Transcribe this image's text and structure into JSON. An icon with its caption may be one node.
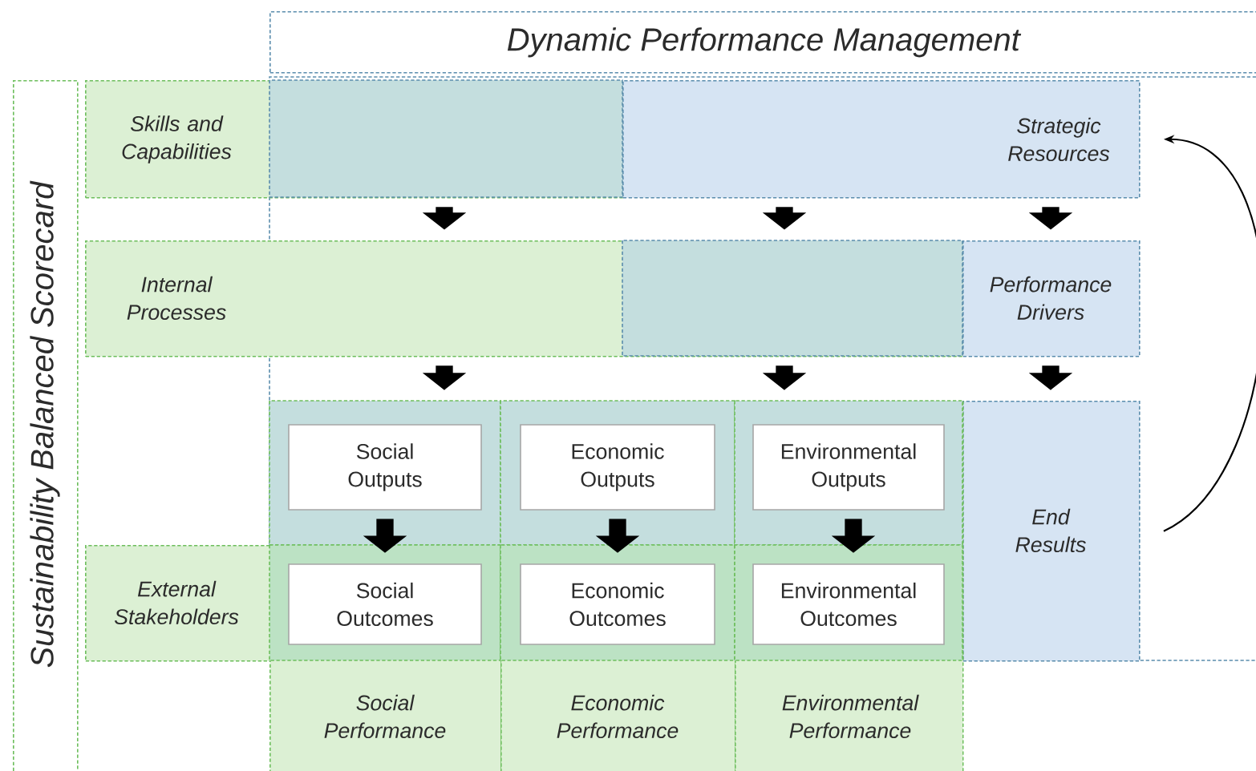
{
  "diagram": {
    "title": "Dynamic Performance Management",
    "nodes": [
      {
        "text": [
          "Sustainability Balanced Scorecard"
        ]
      },
      {
        "text": [
          "Skills and Capabilities"
        ]
      },
      {
        "text": [
          "Strategic Resources"
        ]
      },
      {
        "text": [
          "Internal Processes"
        ]
      },
      {
        "text": [
          "Performance Drivers"
        ]
      },
      {
        "text": [
          "Social Outputs"
        ],
        "in": 13
      },
      {
        "text": [
          "Economic Outputs"
        ],
        "in": 14
      },
      {
        "text": [
          "Environmental Outputs"
        ],
        "in": 15
      },
      {
        "text": [
          "External Stakeholders"
        ]
      },
      {
        "text": [
          "Social Outcomes"
        ],
        "in": 13
      },
      {
        "text": [
          "Economic Outcomes"
        ],
        "in": 14
      },
      {
        "text": [
          "Environmental Outcomes"
        ],
        "in": 15
      },
      {
        "text": [
          "End Results"
        ]
      },
      {
        "text": [
          "Social Performance"
        ]
      },
      {
        "text": [
          "Economic Performance"
        ]
      },
      {
        "text": [
          "Environmental Performance"
        ]
      }
    ],
    "edges": [
      {
        "from": 1,
        "to": 3,
        "arrow": "to"
      },
      {
        "from": 2,
        "to": 3,
        "arrow": "to"
      },
      {
        "from": 2,
        "to": 4,
        "arrow": "to"
      },
      {
        "from": 3,
        "to": 13,
        "arrow": "to"
      },
      {
        "from": 3,
        "to": 15,
        "arrow": "to"
      },
      {
        "from": 4,
        "to": 12,
        "arrow": "to"
      },
      {
        "from": 5,
        "to": 9,
        "arrow": "to"
      },
      {
        "from": 6,
        "to": 10,
        "arrow": "to"
      },
      {
        "from": 7,
        "to": 11,
        "arrow": "to"
      },
      {
        "from": 12,
        "to": 2,
        "arrow": "to"
      }
    ]
  }
}
